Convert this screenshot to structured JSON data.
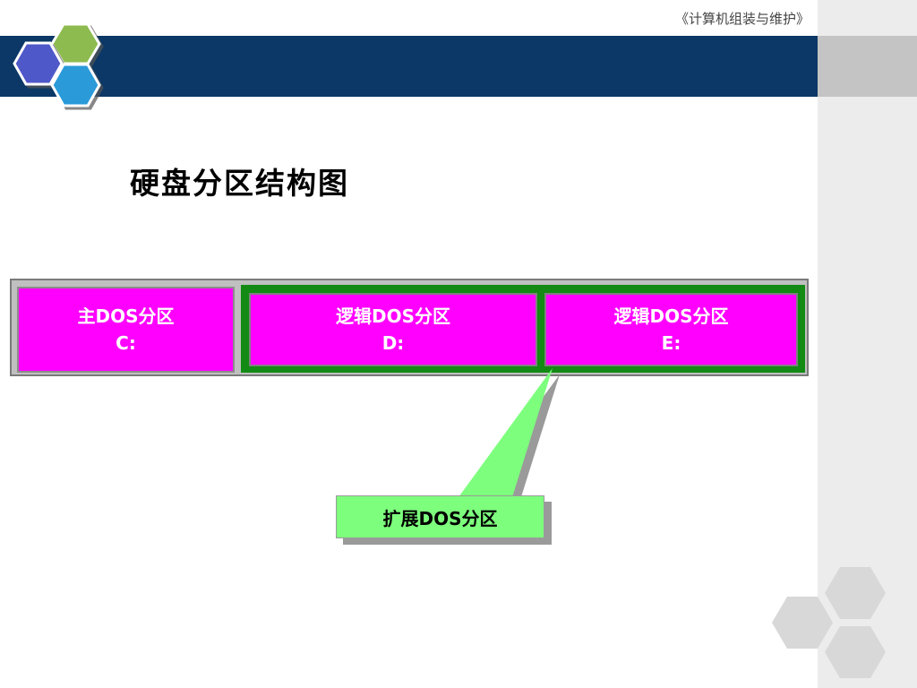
{
  "header": {
    "course_title": "《计算机组装与维护》"
  },
  "slide": {
    "title": "硬盘分区结构图"
  },
  "partitions": {
    "primary": {
      "name": "主DOS分区",
      "drive": "C:"
    },
    "logical": [
      {
        "name": "逻辑DOS分区",
        "drive": "D:"
      },
      {
        "name": "逻辑DOS分区",
        "drive": "E:"
      }
    ],
    "extended_label": "扩展DOS分区"
  },
  "colors": {
    "header_band": "#0b3866",
    "partition_fill": "#ff00ff",
    "extended_frame": "#138a13",
    "callout_fill": "#7dff7d",
    "hex_green": "#8dbb50",
    "hex_purple": "#5058c8",
    "hex_blue": "#2a9ad8",
    "hex_gray": "#d8d8d8"
  }
}
